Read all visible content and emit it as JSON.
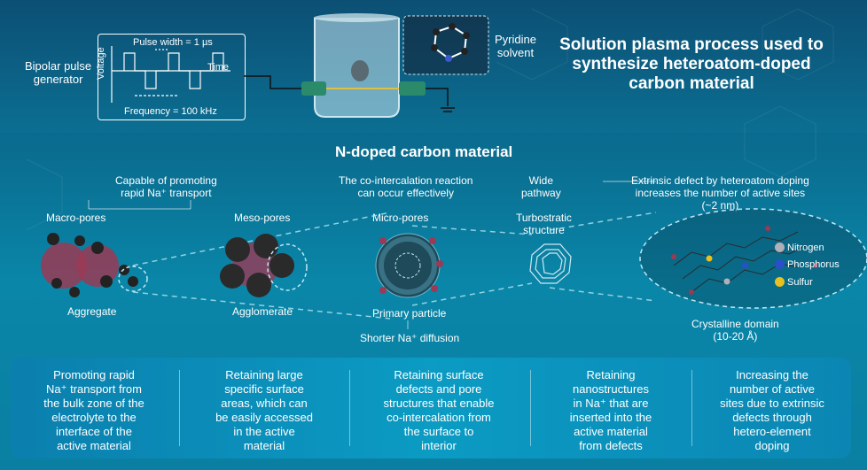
{
  "top": {
    "generator_label": "Bipolar pulse\ngenerator",
    "pulse_width": "Pulse width = 1 µs",
    "voltage_axis": "Voltage",
    "time_axis": "Time",
    "frequency": "Frequency = 100 kHz",
    "solvent_label": "Pyridine\nsolvent",
    "title": "Solution plasma process used to synthesize heteroatom-doped carbon material"
  },
  "middle": {
    "subtitle": "N-doped carbon material",
    "promote_note": "Capable of promoting\nrapid Na⁺ transport",
    "macro": "Macro-pores",
    "meso": "Meso-pores",
    "aggregate": "Aggregate",
    "agglomerate": "Agglomerate",
    "cointercalation": "The co-intercalation reaction\ncan occur effectively",
    "micro": "Micro-pores",
    "primary": "Primary particle",
    "shorter": "Shorter Na⁺ diffusion",
    "wide": "Wide\npathway",
    "turbostratic": "Turbostratic\nstructure",
    "extrinsic": "Extrinsic defect by heteroatom doping\nincreases the number of active sites\n(~2 nm)",
    "crystalline": "Crystalline domain\n(10-20 Å)",
    "legend": [
      {
        "label": "Nitrogen",
        "color": "#b0b0b8"
      },
      {
        "label": "Phosphorus",
        "color": "#2a50c8"
      },
      {
        "label": "Sulfur",
        "color": "#e8c020"
      }
    ]
  },
  "bottom": [
    "Promoting rapid\nNa⁺ transport from\nthe bulk zone of the\nelectrolyte to the\ninterface of the\nactive material",
    "Retaining large\nspecific surface\nareas, which can\nbe easily accessed\nin the active\nmaterial",
    "Retaining surface\ndefects and pore\nstructures that enable\nco-intercalation from\nthe surface to\ninterior",
    "Retaining\nnanostructures\nin Na⁺ that are\ninserted into the\nactive material\nfrom defects",
    "Increasing the\nnumber of active\nsites due to extrinsic\ndefects through\nhetero-element\ndoping"
  ]
}
